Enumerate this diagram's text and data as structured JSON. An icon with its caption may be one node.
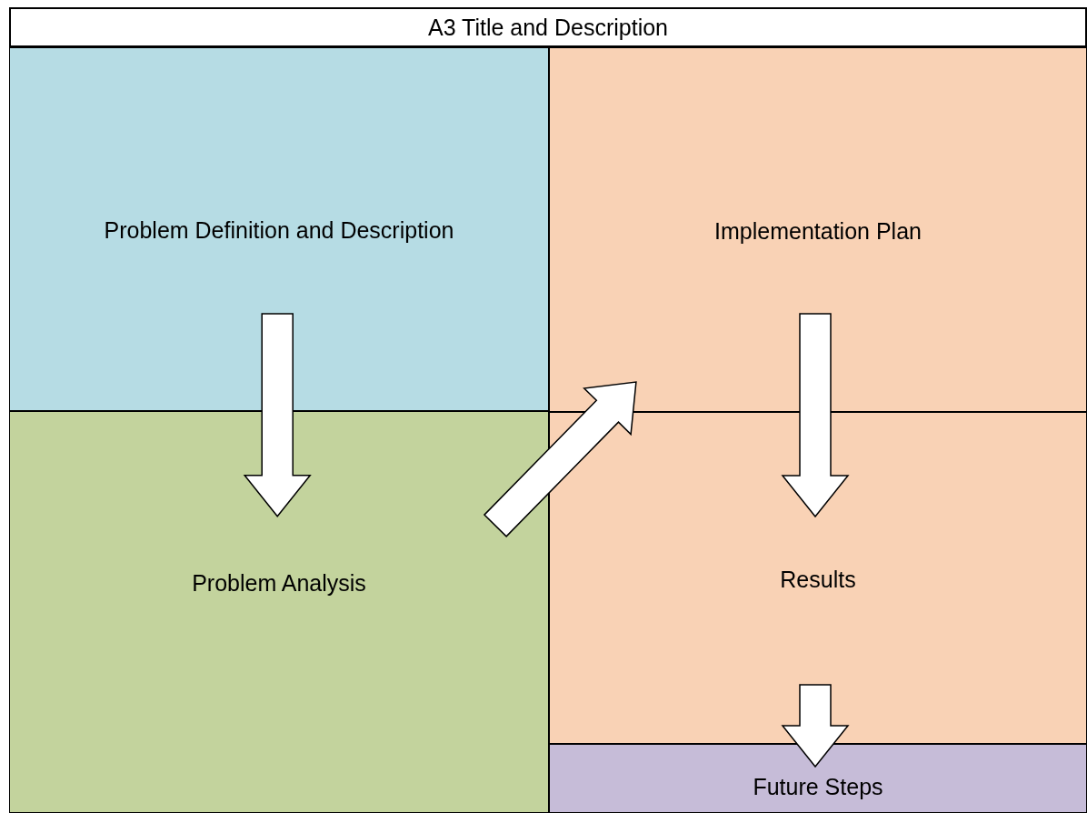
{
  "diagram": {
    "title": "A3 Title and Description",
    "nodes": [
      {
        "text": [
          "Problem Definition and Description"
        ]
      },
      {
        "text": [
          "Problem Analysis"
        ]
      },
      {
        "text": [
          "Implementation Plan"
        ]
      },
      {
        "text": [
          "Results"
        ]
      },
      {
        "text": [
          "Future Steps"
        ]
      }
    ],
    "edges": [
      {
        "from": 0,
        "to": 1,
        "arrow": "to",
        "style": "thick"
      },
      {
        "from": 1,
        "to": 2,
        "arrow": "to",
        "style": "thick"
      },
      {
        "from": 2,
        "to": 3,
        "arrow": "to",
        "style": "thick"
      },
      {
        "from": 3,
        "to": 4,
        "arrow": "to",
        "style": "thick"
      }
    ]
  }
}
